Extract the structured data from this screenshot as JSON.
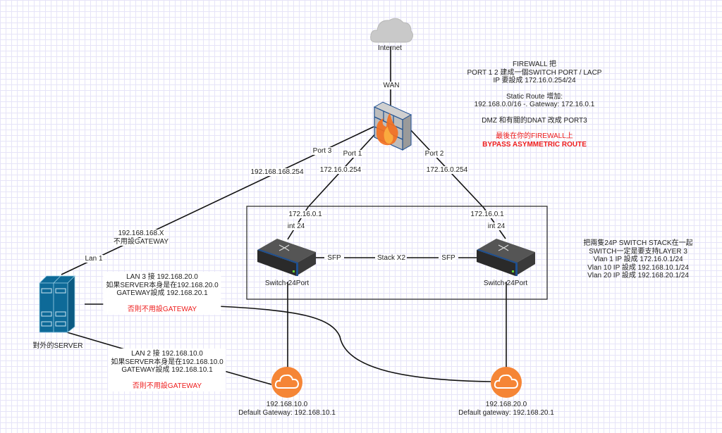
{
  "nodes": {
    "internet": {
      "label": "Internet",
      "icon": "cloud-icon"
    },
    "firewall": {
      "icon": "firewall-icon"
    },
    "switch_left": {
      "label": "Switch-24Port",
      "icon": "switch-icon"
    },
    "switch_right": {
      "label": "Switch-24Port",
      "icon": "switch-icon"
    },
    "server": {
      "label": "對外的SERVER",
      "icon": "server-icon"
    },
    "subnet_10": {
      "label": "192.168.10.0",
      "sublabel": "Default Gateway: 192.168.10.1",
      "icon": "cloud-subnet-icon"
    },
    "subnet_20": {
      "label": "192.168.20.0",
      "sublabel": "Default gateway: 192.168.20.1",
      "icon": "cloud-subnet-icon"
    }
  },
  "edge_labels": {
    "wan": "WAN",
    "port3": "Port 3",
    "port3_ip": "192.168.168.254",
    "port1": "Port 1",
    "port1_ip": "172.16.0.254",
    "port2": "Port 2",
    "port2_ip": "172.16.0.254",
    "left_sw_ip": "172.16.0.1",
    "left_sw_int": "int 24",
    "right_sw_ip": "172.16.0.1",
    "right_sw_int": "int 24",
    "sfp_left": "SFP",
    "stack": "Stack X2",
    "sfp_right": "SFP",
    "server_ip": "192.168.168.X",
    "server_no_gw": "不用設GATEWAY",
    "lan1": "Lan 1"
  },
  "notes": {
    "firewall": {
      "lines": [
        "FIREWALL 把",
        "PORT 1 2 建成一個SWITCH PORT / LACP",
        "IP 要設成 172.16.0.254/24"
      ],
      "route_lines": [
        "Static Route 增加:",
        "192.168.0.0/16 -. Gateway: 172.16.0.1"
      ],
      "dmz_line": "DMZ 和有關的DNAT 改成 PORT3",
      "warning_lines": [
        "最後在你的FIREWALL上",
        "BYPASS ASYMMETRIC ROUTE"
      ]
    },
    "switch": {
      "lines": [
        "把兩隻24P SWITCH STACK在一起",
        "SWITCH一定是要支持LAYER 3",
        "Vlan 1 IP 設成 172.16.0.1/24",
        "Vlan 10 IP 設成 192.168.10.1/24",
        "Vlan 20 IP 設成 192.168.20.1/24"
      ]
    },
    "lan3": {
      "lines": [
        "LAN 3 接 192.168.20.0",
        "如果SERVER本身是在192.168.20.0",
        "GATEWAY設成 192.168.20.1"
      ],
      "warning": "否則不用設GATEWAY"
    },
    "lan2": {
      "lines": [
        "LAN 2 接 192.168.10.0",
        "如果SERVER本身是在192.168.10.0",
        "GATEWAY設成 192.168.10.1"
      ],
      "warning": "否則不用設GATEWAY"
    }
  },
  "colors": {
    "warning_red": "#ee1c1c",
    "subnet_orange": "#f58536",
    "server_blue": "#0e6a98",
    "switch_blue": "#1d4f91",
    "grid": "#e6e4f8"
  }
}
